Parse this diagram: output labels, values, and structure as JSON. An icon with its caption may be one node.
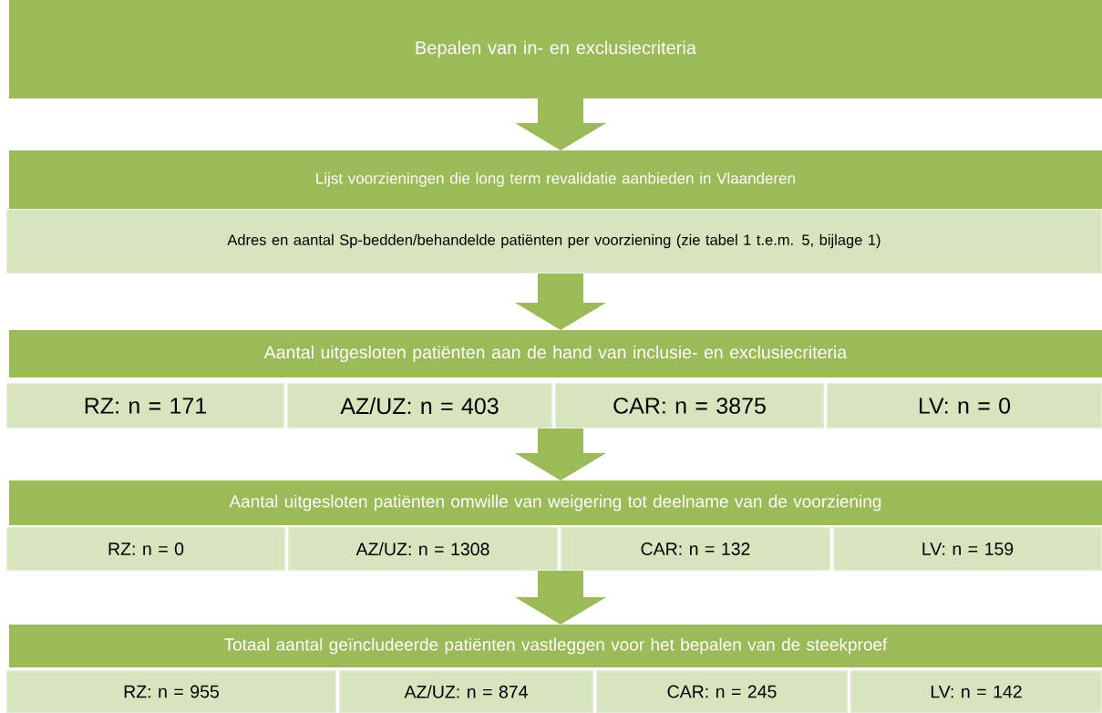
{
  "diagram": {
    "nodes": [
      {
        "text": [
          "Bepalen van in- en exclusiecriteria"
        ]
      },
      {
        "text": [
          "Lijst voorzieningen die long term revalidatie aanbieden in Vlaanderen"
        ]
      },
      {
        "text": [
          "Adres en aantal Sp-bedden/behandelde patiënten per voorziening (zie tabel 1 t.e.m. 5, bijlage 1)"
        ]
      },
      {
        "text": [
          "Aantal uitgesloten patiënten aan de hand van inclusie- en exclusiecriteria"
        ]
      },
      {
        "text": [
          "RZ: n = 171"
        ]
      },
      {
        "text": [
          "AZ/UZ: n = 403"
        ]
      },
      {
        "text": [
          "CAR: n = 3875"
        ]
      },
      {
        "text": [
          "LV: n = 0"
        ]
      },
      {
        "text": [
          "Aantal uitgesloten patiënten omwille van weigering tot deelname van de voorziening"
        ]
      },
      {
        "text": [
          "RZ: n = 0"
        ]
      },
      {
        "text": [
          "AZ/UZ: n = 1308"
        ]
      },
      {
        "text": [
          "CAR: n = 132"
        ]
      },
      {
        "text": [
          "LV: n = 159"
        ]
      },
      {
        "text": [
          "Totaal aantal geïncludeerde patiënten vastleggen voor het bepalen van de steekproef"
        ]
      },
      {
        "text": [
          "RZ: n = 955"
        ]
      },
      {
        "text": [
          "AZ/UZ: n = 874"
        ]
      },
      {
        "text": [
          "CAR: n = 245"
        ]
      },
      {
        "text": [
          "LV: n = 142"
        ]
      }
    ],
    "edges": [
      {
        "from": 0,
        "to": 1,
        "arrow": "to"
      },
      {
        "from": 2,
        "to": 3,
        "arrow": "to"
      },
      {
        "from": 6,
        "to": 8,
        "arrow": "to"
      },
      {
        "from": 11,
        "to": 13,
        "arrow": "to"
      }
    ]
  }
}
